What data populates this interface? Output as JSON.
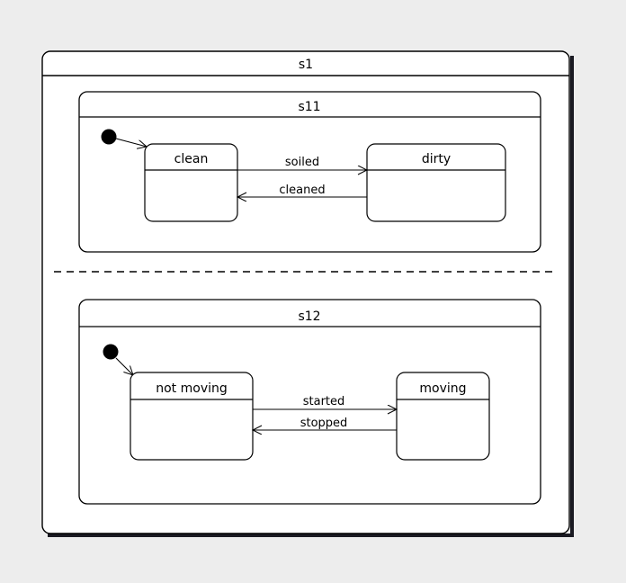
{
  "diagram": {
    "type": "uml-state-machine",
    "background_color": "#ededed",
    "line_color": "#000000",
    "fill_color": "#ffffff",
    "outer_state": {
      "name": "s1",
      "title": "s1"
    },
    "regions": [
      {
        "id": "s11",
        "title": "s11",
        "initial_pseudostate": "initial-state-s11",
        "states": [
          {
            "id": "clean",
            "label": "clean"
          },
          {
            "id": "dirty",
            "label": "dirty"
          }
        ],
        "transitions": [
          {
            "id": "clean-to-dirty",
            "label": "soiled",
            "from": "clean",
            "to": "dirty",
            "direction": "right"
          },
          {
            "id": "dirty-to-clean",
            "label": "cleaned",
            "from": "dirty",
            "to": "clean",
            "direction": "left"
          }
        ]
      },
      {
        "id": "s12",
        "title": "s12",
        "initial_pseudostate": "initial-state-s12",
        "states": [
          {
            "id": "not-moving",
            "label": "not moving"
          },
          {
            "id": "moving",
            "label": "moving"
          }
        ],
        "transitions": [
          {
            "id": "notmoving-to-moving",
            "label": "started",
            "from": "not moving",
            "to": "moving",
            "direction": "right"
          },
          {
            "id": "moving-to-notmoving",
            "label": "stopped",
            "from": "moving",
            "to": "not moving",
            "direction": "left"
          }
        ]
      }
    ],
    "region_separator": "dashed"
  }
}
